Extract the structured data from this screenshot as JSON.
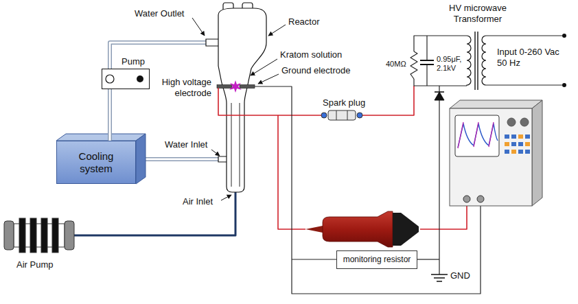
{
  "diagram": {
    "nodes": [
      {
        "text": [
          "Pump"
        ]
      },
      {
        "text": [
          "Cooling system"
        ]
      },
      {
        "text": [
          "monitoring resistor"
        ]
      }
    ],
    "edges": [
      {
        "from": 0,
        "to": 1,
        "arrow": "none"
      }
    ],
    "labels": [
      "Water Outlet",
      "Reactor",
      "Kratom solution",
      "High voltage electrode",
      "Ground electrode",
      "HV microwave Transformer",
      "40MΩ",
      "0.95μF, 2.1kV",
      "Input 0-260 Vac 50 Hz",
      "Spark plug",
      "Water Inlet",
      "Air Inlet",
      "Air Pump",
      "GND"
    ]
  }
}
